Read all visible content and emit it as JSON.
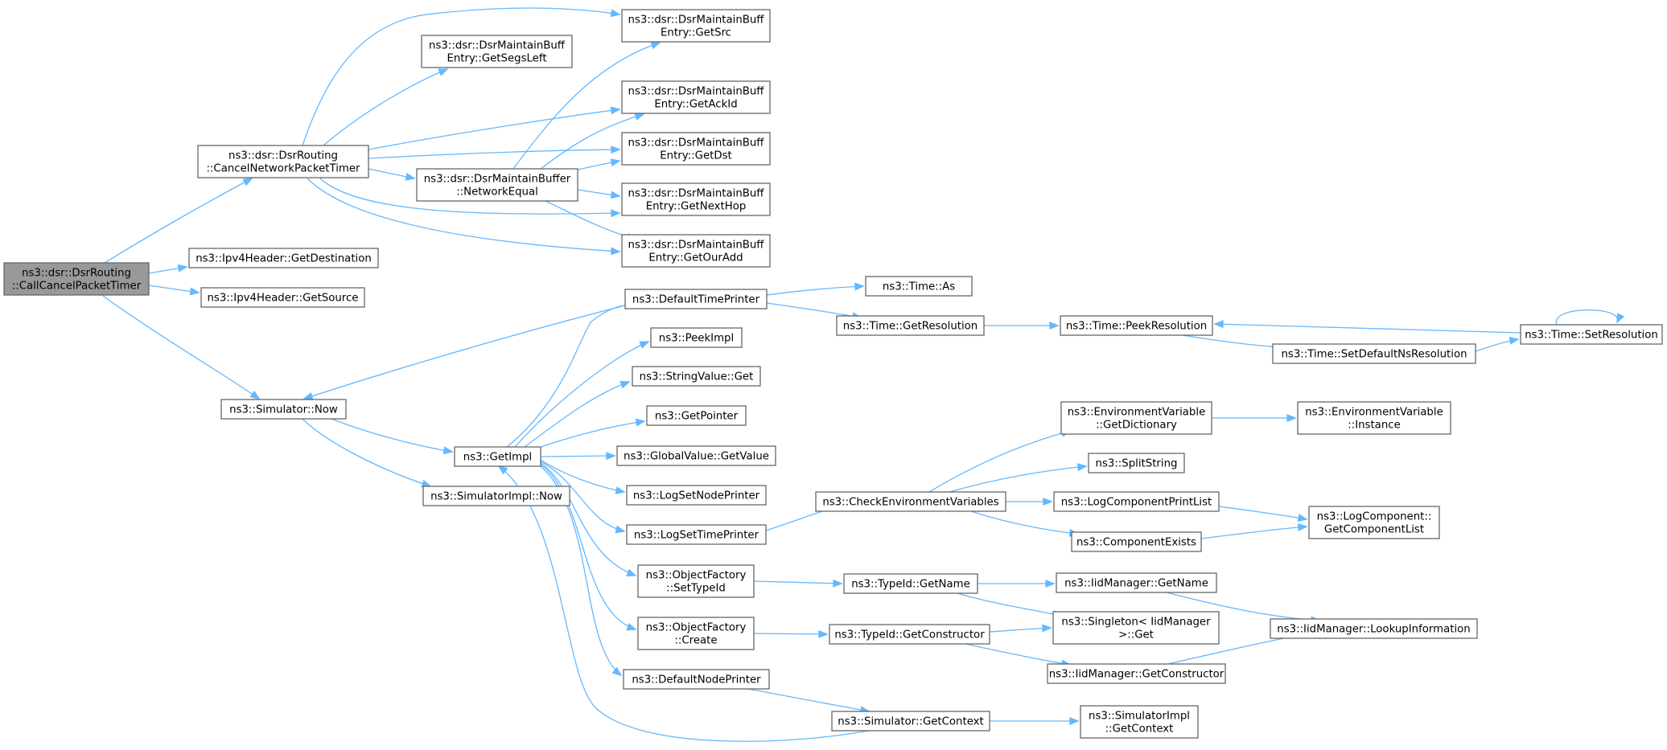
{
  "colors": {
    "edge": "#63b8ff",
    "root_fill": "#999999",
    "node_border": "#666666"
  },
  "nodes": {
    "root": [
      "ns3::dsr::DsrRouting",
      "::CallCancelPacketTimer"
    ],
    "cancel": [
      "ns3::dsr::DsrRouting",
      "::CancelNetworkPacketTimer"
    ],
    "getdest": [
      "ns3::Ipv4Header::GetDestination"
    ],
    "getsource": [
      "ns3::Ipv4Header::GetSource"
    ],
    "simnow": [
      "ns3::Simulator::Now"
    ],
    "segsleft": [
      "ns3::dsr::DsrMaintainBuff",
      "Entry::GetSegsLeft"
    ],
    "neteq": [
      "ns3::dsr::DsrMaintainBuffer",
      "::NetworkEqual"
    ],
    "getsrc": [
      "ns3::dsr::DsrMaintainBuff",
      "Entry::GetSrc"
    ],
    "getackid": [
      "ns3::dsr::DsrMaintainBuff",
      "Entry::GetAckId"
    ],
    "getdst": [
      "ns3::dsr::DsrMaintainBuff",
      "Entry::GetDst"
    ],
    "getnexthop": [
      "ns3::dsr::DsrMaintainBuff",
      "Entry::GetNextHop"
    ],
    "getouradd": [
      "ns3::dsr::DsrMaintainBuff",
      "Entry::GetOurAdd"
    ],
    "getimpl": [
      "ns3::GetImpl"
    ],
    "simimplnow": [
      "ns3::SimulatorImpl::Now"
    ],
    "deftimeprinter": [
      "ns3::DefaultTimePrinter"
    ],
    "peekimpl": [
      "ns3::PeekImpl"
    ],
    "strvalget": [
      "ns3::StringValue::Get"
    ],
    "getpointer": [
      "ns3::GetPointer"
    ],
    "globalget": [
      "ns3::GlobalValue::GetValue"
    ],
    "logsetnode": [
      "ns3::LogSetNodePrinter"
    ],
    "logsettime": [
      "ns3::LogSetTimePrinter"
    ],
    "objsettypeid": [
      "ns3::ObjectFactory",
      "::SetTypeId"
    ],
    "objcreate": [
      "ns3::ObjectFactory",
      "::Create"
    ],
    "defnodeprinter": [
      "ns3::DefaultNodePrinter"
    ],
    "timeas": [
      "ns3::Time::As"
    ],
    "timegetres": [
      "ns3::Time::GetResolution"
    ],
    "checkenv": [
      "ns3::CheckEnvironmentVariables"
    ],
    "typeidgetname": [
      "ns3::TypeId::GetName"
    ],
    "typeidgetctor": [
      "ns3::TypeId::GetConstructor"
    ],
    "simgetctx": [
      "ns3::Simulator::GetContext"
    ],
    "peekres": [
      "ns3::Time::PeekResolution"
    ],
    "setdefns": [
      "ns3::Time::SetDefaultNsResolution"
    ],
    "setres": [
      "ns3::Time::SetResolution"
    ],
    "envdict": [
      "ns3::EnvironmentVariable",
      "::GetDictionary"
    ],
    "splitstring": [
      "ns3::SplitString"
    ],
    "logcompprint": [
      "ns3::LogComponentPrintList"
    ],
    "compexists": [
      "ns3::ComponentExists"
    ],
    "iidgetname": [
      "ns3::IidManager::GetName"
    ],
    "singleton": [
      "ns3::Singleton< IidManager",
      ">::Get"
    ],
    "iidgetctor": [
      "ns3::IidManager::GetConstructor"
    ],
    "simimplctx": [
      "ns3::SimulatorImpl",
      "::GetContext"
    ],
    "envinstance": [
      "ns3::EnvironmentVariable",
      "::Instance"
    ],
    "logcomplist": [
      "ns3::LogComponent::",
      "GetComponentList"
    ],
    "iidlookup": [
      "ns3::IidManager::LookupInformation"
    ]
  }
}
